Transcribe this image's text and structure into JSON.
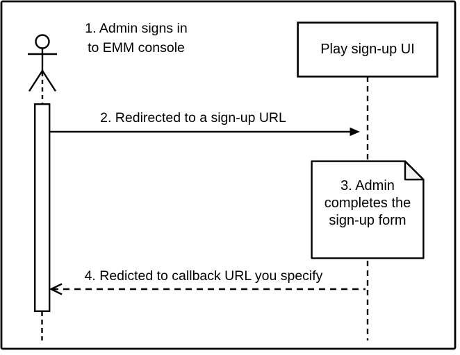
{
  "diagram": {
    "type": "sequence-diagram",
    "actor": {
      "icon": "stick-figure-actor"
    },
    "participant": {
      "label": "Play sign-up UI"
    },
    "steps": {
      "step1": "1. Admin signs in\nto EMM console",
      "step2": "2. Redirected to a sign-up URL",
      "step3": "3. Admin\ncompletes the\nsign-up form",
      "step4": "4. Redicted to callback URL you specify"
    },
    "colors": {
      "stroke": "#000000",
      "background": "#ffffff",
      "note_fold": "#f2f2f2"
    }
  }
}
